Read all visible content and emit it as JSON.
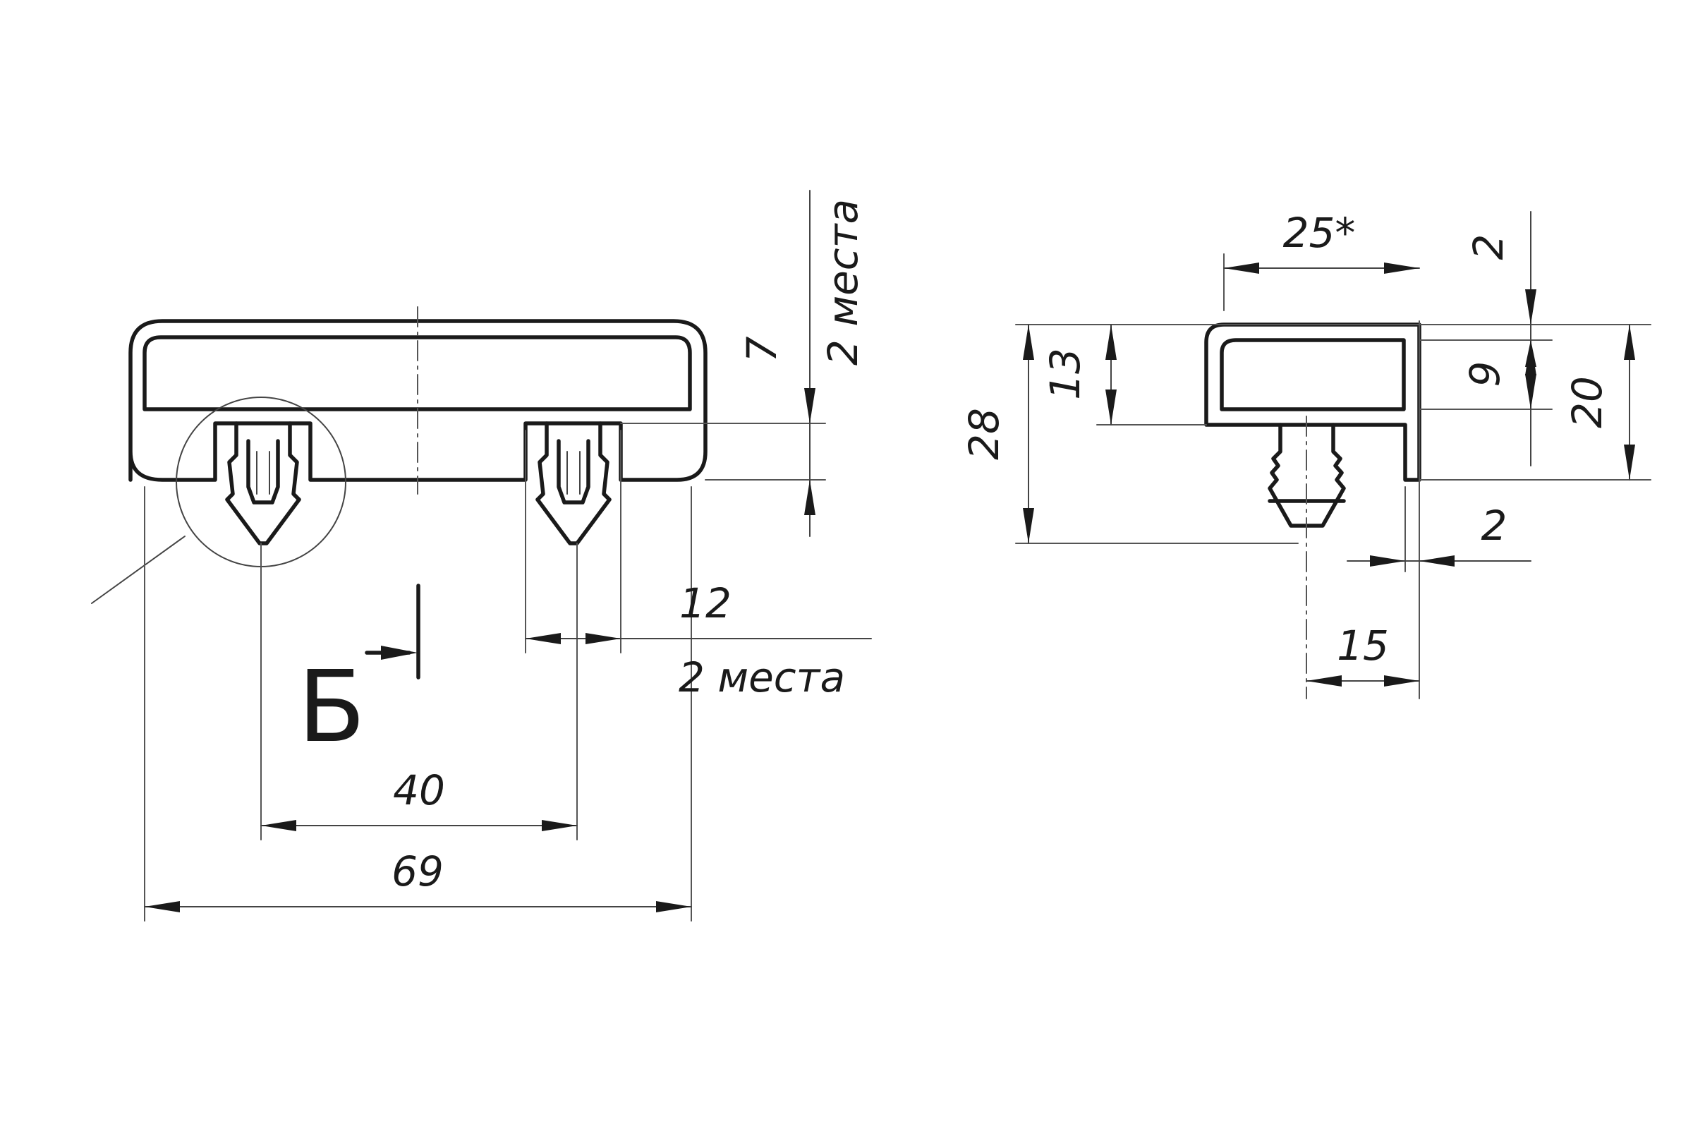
{
  "front_view": {
    "dim_overall_length": "69",
    "dim_pin_spacing": "40",
    "dim_clip_width": "12",
    "dim_clip_width_note": "2 места",
    "dim_clip_height": "7",
    "dim_clip_height_note": "2 места",
    "section_label": "Б"
  },
  "side_view": {
    "dim_top_width": "25*",
    "dim_top_thickness": "2",
    "dim_inner_height": "13",
    "dim_overall_height": "28",
    "dim_cavity_height": "9",
    "dim_body_height": "20",
    "dim_wall_thickness": "2",
    "dim_pin_offset": "15"
  }
}
